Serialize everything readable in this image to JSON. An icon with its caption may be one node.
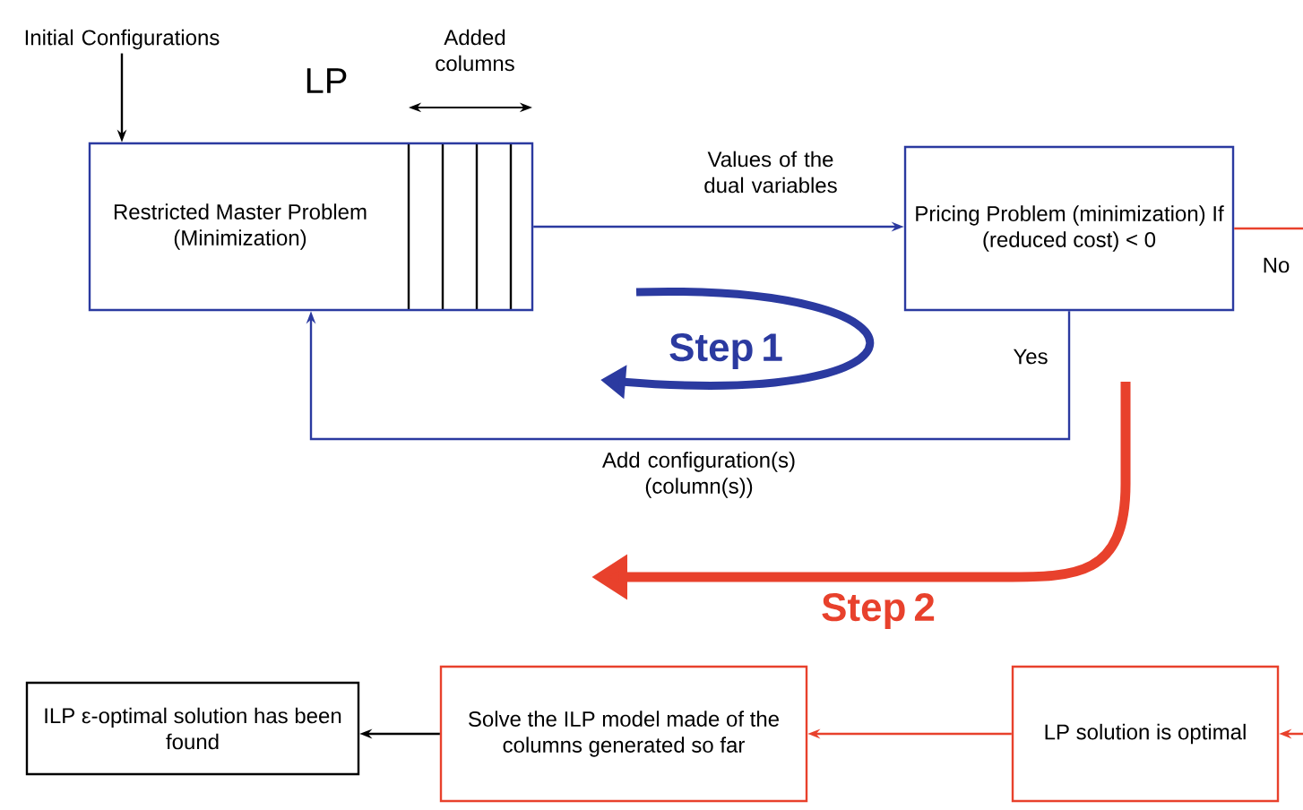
{
  "diagram": {
    "nodes": [
      {
        "text": [
          "Initial Configurations"
        ]
      },
      {
        "text": [
          "Restricted Master Problem (Minimization)"
        ]
      },
      {
        "text": [
          "Pricing Problem (minimization) If (reduced cost) < 0"
        ]
      },
      {
        "text": [
          "ILP ε-optimal solution has been found"
        ]
      },
      {
        "text": [
          "Solve the ILP model made of the columns generated so far"
        ]
      },
      {
        "text": [
          "LP solution is optimal"
        ]
      }
    ],
    "edges": [
      {
        "from": 0,
        "to": 1,
        "arrow": "to",
        "color": "#000000"
      },
      {
        "from": 1,
        "to": 2,
        "arrow": "to",
        "label": "Values of the dual variables",
        "color": "#2b3aa0"
      },
      {
        "from": 2,
        "to": 1,
        "arrow": "to",
        "label": "Add configuration(s) (column(s))",
        "color": "#2b3aa0"
      },
      {
        "from": 2,
        "to": null,
        "arrow": "none",
        "label": "No",
        "color": "#e8412c"
      },
      {
        "from": null,
        "to": 5,
        "arrow": "to",
        "color": "#e8412c"
      },
      {
        "from": 5,
        "to": 4,
        "arrow": "to",
        "color": "#e8412c"
      },
      {
        "from": 4,
        "to": 3,
        "arrow": "to",
        "color": "#000000"
      }
    ],
    "labels": [
      "LP",
      "Added columns",
      "Step 1",
      "Yes",
      "Step 2"
    ]
  }
}
